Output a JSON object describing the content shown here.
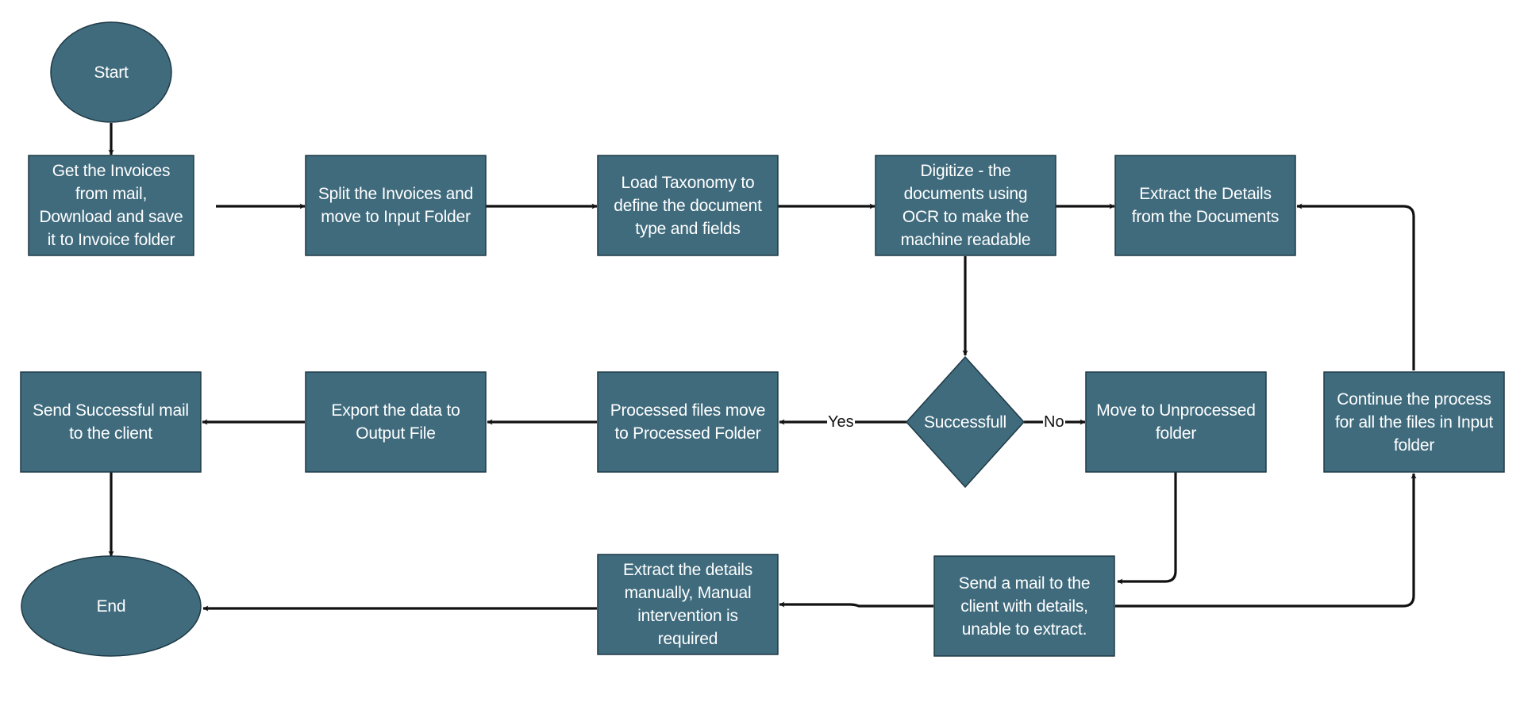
{
  "colors": {
    "node_fill": "#3f6b7d",
    "node_stroke": "#1f3a46",
    "edge": "#111111",
    "text": "#ffffff"
  },
  "nodes": {
    "start": "Start",
    "get_invoices": "Get the Invoices\nfrom mail,\nDownload and save\nit to Invoice folder",
    "split_invoices": "Split the Invoices and\nmove to Input Folder",
    "load_taxonomy": "Load Taxonomy to\ndefine the document\ntype and fields",
    "digitize": "Digitize - the\ndocuments using\nOCR to make the\nmachine readable",
    "extract_details": "Extract the Details\nfrom the Documents",
    "successfull": "Successfull",
    "processed_files": "Processed files move\nto Processed Folder",
    "export_data": "Export the data to\nOutput File",
    "send_success_mail": "Send Successful mail\nto the client",
    "move_unprocessed": "Move to Unprocessed\nfolder",
    "continue_process": "Continue the process\nfor all the files in Input\nfolder",
    "send_mail_unable": "Send a mail to the\nclient with details,\nunable to extract.",
    "extract_manually": "Extract the details\nmanually, Manual\nintervention is\nrequired",
    "end": "End"
  },
  "edge_labels": {
    "yes": "Yes",
    "no": "No"
  }
}
